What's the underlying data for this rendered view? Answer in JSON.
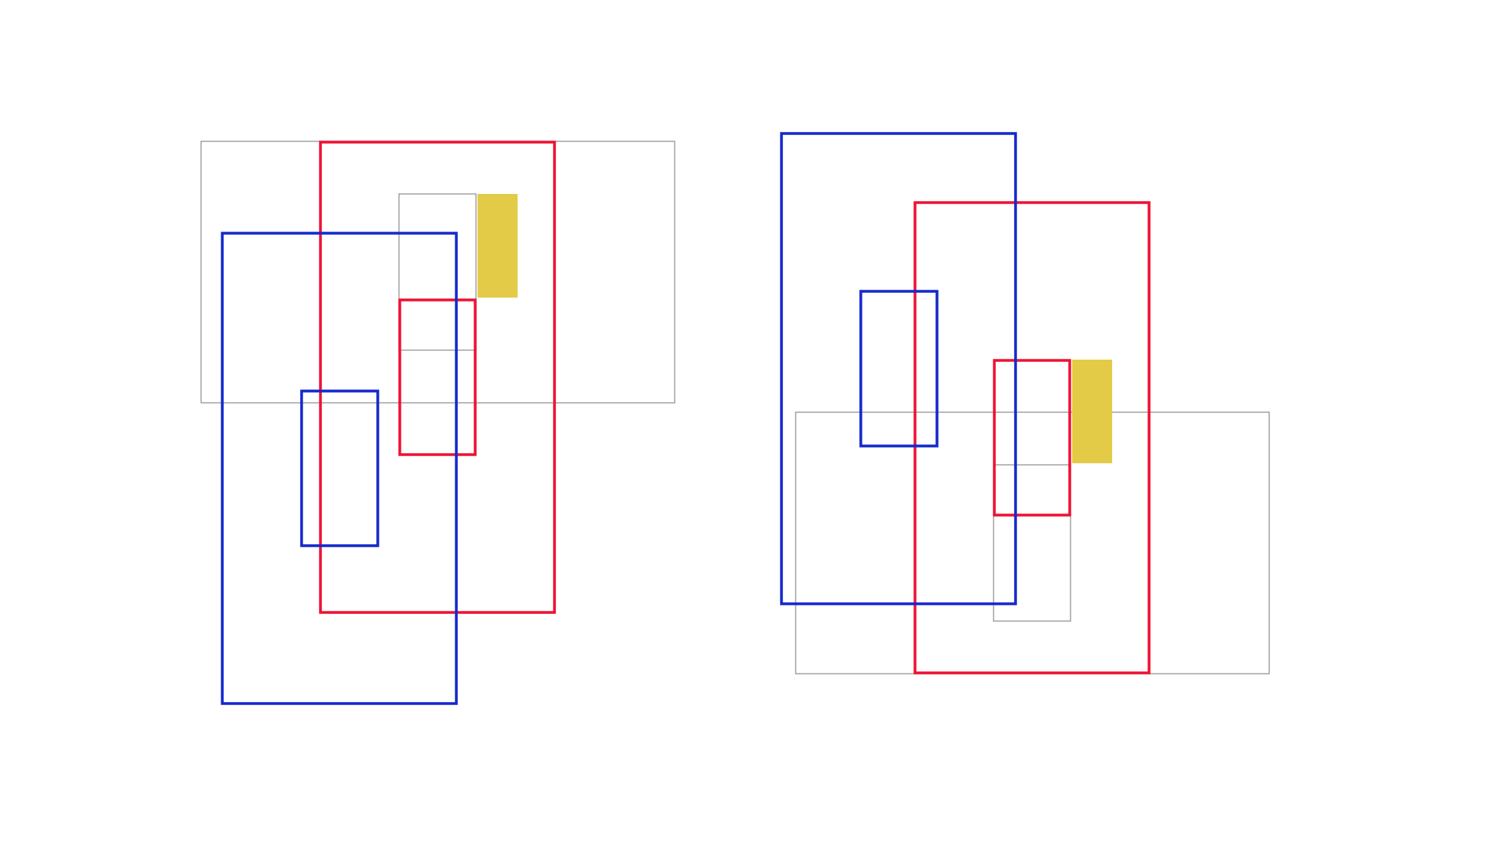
{
  "palette": {
    "background": "#ffffff",
    "gray_outline": "#8c8c8c",
    "red": "#ee1133",
    "blue": "#1428cc",
    "yellow": "#e3cb48"
  },
  "panels": [
    {
      "id": "left",
      "shapes": [
        {
          "name": "large-gray-rect",
          "kind": "gray"
        },
        {
          "name": "small-gray-rect",
          "kind": "gray"
        },
        {
          "name": "yellow-fill-rect",
          "kind": "yellow"
        },
        {
          "name": "large-red-rect",
          "kind": "red"
        },
        {
          "name": "small-red-rect",
          "kind": "red"
        },
        {
          "name": "large-blue-rect",
          "kind": "blue"
        },
        {
          "name": "small-blue-rect",
          "kind": "blue"
        }
      ]
    },
    {
      "id": "right",
      "shapes": [
        {
          "name": "large-gray-rect",
          "kind": "gray"
        },
        {
          "name": "small-gray-rect",
          "kind": "gray"
        },
        {
          "name": "yellow-fill-rect",
          "kind": "yellow"
        },
        {
          "name": "large-red-rect",
          "kind": "red"
        },
        {
          "name": "small-red-rect",
          "kind": "red"
        },
        {
          "name": "large-blue-rect",
          "kind": "blue"
        },
        {
          "name": "small-blue-rect",
          "kind": "blue"
        }
      ]
    }
  ]
}
